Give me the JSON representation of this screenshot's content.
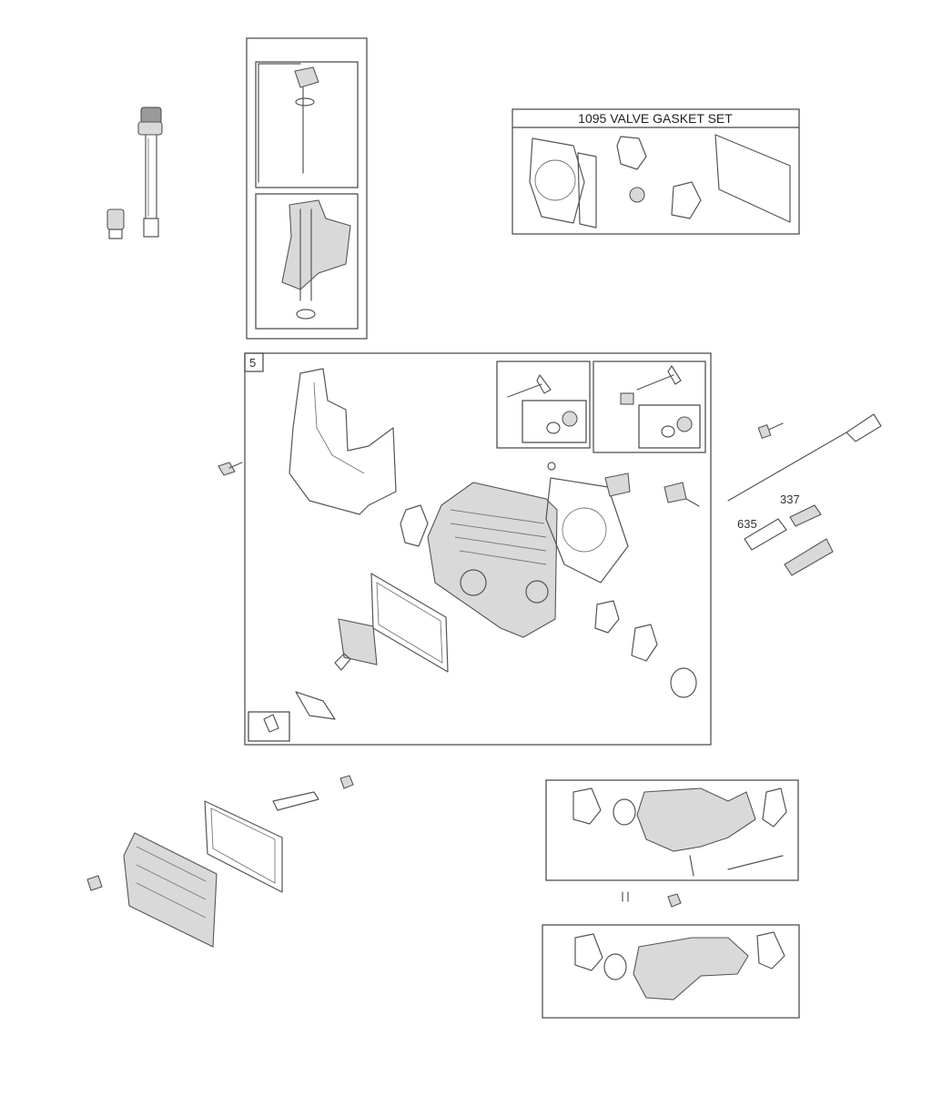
{
  "labels": {
    "valve_gasket_set": "1095 VALVE GASKET SET",
    "cylinder_head_kit": "5",
    "part_337": "337",
    "part_635": "635"
  }
}
